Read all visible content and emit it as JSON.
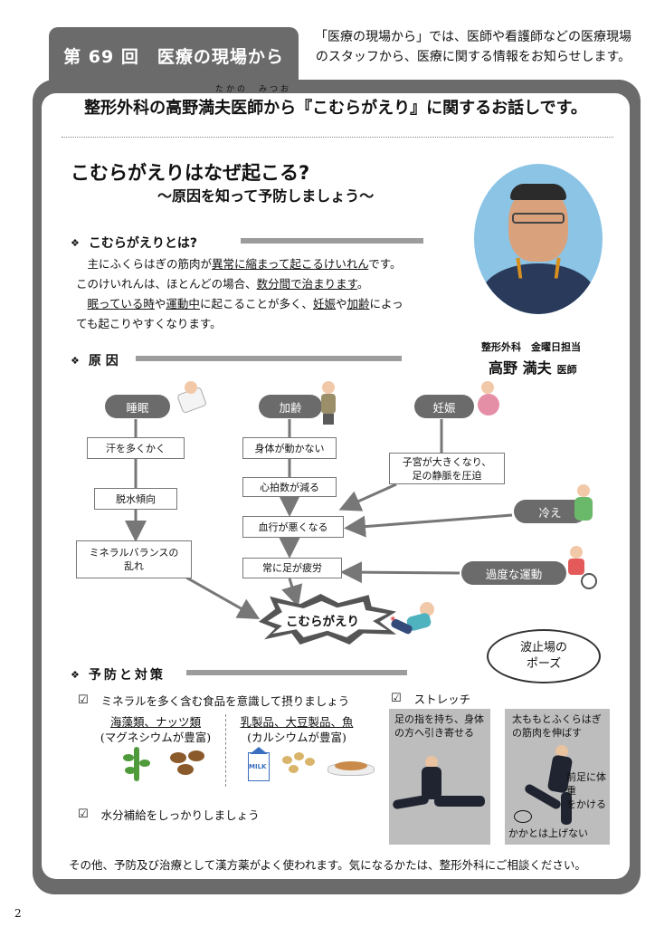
{
  "header": {
    "tab": "第 69 回　医療の現場から",
    "desc_line1": "「医療の現場から」では、医師や看護師などの医療現場",
    "desc_line2": "のスタッフから、医療に関する情報をお知らせします。"
  },
  "intro": {
    "ruby": "たかの　みつお",
    "text": "整形外科の高野満夫医師から『こむらがえり』に関するお話しです。"
  },
  "title": {
    "main": "こむらがえりはなぜ起こる?",
    "sub": "～原因を知って予防しましょう～"
  },
  "doctor": {
    "dept": "整形外科　金曜日担当",
    "name": "高野 満夫",
    "title": "医師"
  },
  "section_what": {
    "heading": "こむらがえりとは?",
    "l1a": "主にふくらはぎの筋肉が",
    "l1u": "異常に縮まって起こるけいれん",
    "l1b": "です。",
    "l2a": "このけいれんは、ほとんどの場合、",
    "l2u": "数分間で治まります",
    "l2b": "。",
    "l3u1": "眠っている時",
    "l3a": "や",
    "l3u2": "運動中",
    "l3b": "に起こることが多く、",
    "l3u3": "妊娠",
    "l3c": "や",
    "l3u4": "加齢",
    "l3d": "によっ",
    "l4": "ても起こりやすくなります。"
  },
  "section_cause": {
    "heading": "原 因",
    "pills": {
      "sleep": "睡眠",
      "aging": "加齢",
      "pregnancy": "妊娠",
      "cold": "冷え",
      "exercise": "過度な運動"
    },
    "boxes": {
      "sweat": "汗を多くかく",
      "dehydration": "脱水傾向",
      "mineral_l1": "ミネラルバランスの",
      "mineral_l2": "乱れ",
      "hard_move": "身体が動かない",
      "heart_rate": "心拍数が減る",
      "circulation": "血行が悪くなる",
      "tired": "常に足が疲労",
      "uterus_l1": "子宮が大きくなり、",
      "uterus_l2": "足の静脈を圧迫"
    },
    "burst": "こむらがえり"
  },
  "section_prevent": {
    "heading": "予防と対策",
    "check_mineral": "ミネラルを多く含む食品を意識して摂りましょう",
    "food1_head": "海藻類、ナッツ類",
    "food1_note": "(マグネシウムが豊富)",
    "food2_head": "乳製品、大豆製品、魚",
    "food2_note": "(カルシウムが豊富)",
    "check_water": "水分補給をしっかりしましょう",
    "check_stretch": "ストレッチ",
    "cloud_l1": "波止場の",
    "cloud_l2": "ポーズ",
    "stretch1_l1": "足の指を持ち、身体",
    "stretch1_l2": "の方へ引き寄せる",
    "stretch2_l1": "太ももとふくらはぎ",
    "stretch2_l2": "の筋肉を伸ばす",
    "stretch2_n1": "前足に体重",
    "stretch2_n2": "をかける",
    "stretch2_n3": "かかとは上げない",
    "milk": "MILK"
  },
  "footer": "その他、予防及び治療として漢方薬がよく使われます。気になるかたは、整形外科にご相談ください。",
  "page_number": "2",
  "colors": {
    "frame": "#6b6b6b",
    "bar": "#9c9c9c",
    "photo_bg": "#8cc4e6"
  }
}
